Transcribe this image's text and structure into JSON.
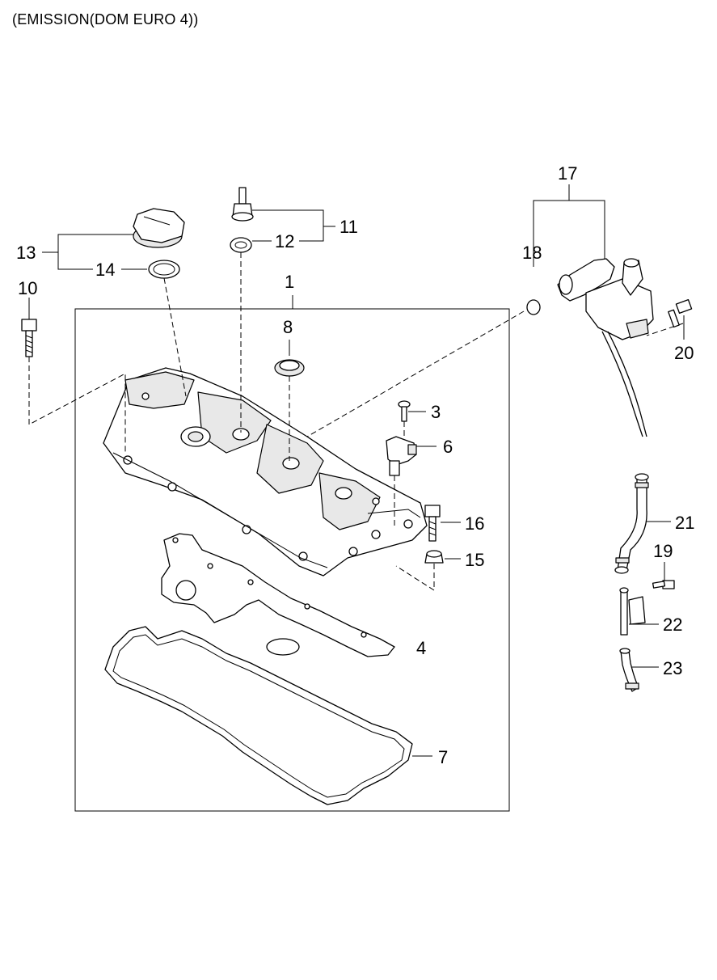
{
  "title": "(EMISSION(DOM EURO 4))",
  "callouts": [
    {
      "id": "1",
      "label": "1"
    },
    {
      "id": "3",
      "label": "3"
    },
    {
      "id": "4",
      "label": "4"
    },
    {
      "id": "6",
      "label": "6"
    },
    {
      "id": "7",
      "label": "7"
    },
    {
      "id": "8",
      "label": "8"
    },
    {
      "id": "10",
      "label": "10"
    },
    {
      "id": "11",
      "label": "11"
    },
    {
      "id": "12",
      "label": "12"
    },
    {
      "id": "13",
      "label": "13"
    },
    {
      "id": "14",
      "label": "14"
    },
    {
      "id": "15",
      "label": "15"
    },
    {
      "id": "16",
      "label": "16"
    },
    {
      "id": "17",
      "label": "17"
    },
    {
      "id": "18",
      "label": "18"
    },
    {
      "id": "19",
      "label": "19"
    },
    {
      "id": "20",
      "label": "20"
    },
    {
      "id": "21",
      "label": "21"
    },
    {
      "id": "22",
      "label": "22"
    },
    {
      "id": "23",
      "label": "23"
    }
  ]
}
